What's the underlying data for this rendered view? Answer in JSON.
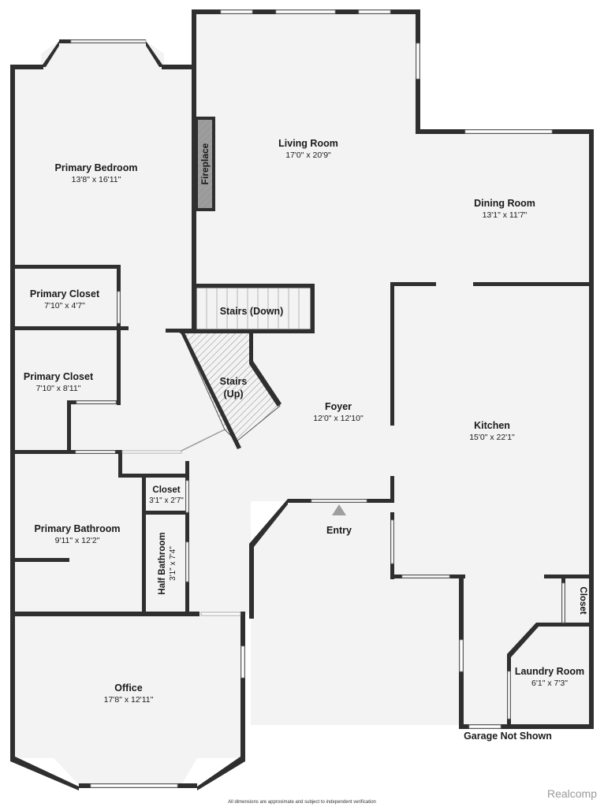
{
  "rooms": {
    "living_room": {
      "name": "Living Room",
      "dims": "17'0\" x 20'9\""
    },
    "primary_bedroom": {
      "name": "Primary Bedroom",
      "dims": "13'8\" x 16'11\""
    },
    "dining_room": {
      "name": "Dining Room",
      "dims": "13'1\" x 11'7\""
    },
    "primary_closet_1": {
      "name": "Primary Closet",
      "dims": "7'10\" x 4'7\""
    },
    "primary_closet_2": {
      "name": "Primary Closet",
      "dims": "7'10\" x 8'11\""
    },
    "foyer": {
      "name": "Foyer",
      "dims": "12'0\" x 12'10\""
    },
    "kitchen": {
      "name": "Kitchen",
      "dims": "15'0\" x 22'1\""
    },
    "closet_small": {
      "name": "Closet",
      "dims": "3'1\" x 2'7\""
    },
    "primary_bathroom": {
      "name": "Primary Bathroom",
      "dims": "9'11\" x 12'2\""
    },
    "half_bathroom": {
      "name": "Half Bathroom",
      "dims": "3'1\" x 7'4\""
    },
    "laundry_room": {
      "name": "Laundry Room",
      "dims": "6'1\" x 7'3\""
    },
    "office": {
      "name": "Office",
      "dims": "17'8\" x 12'11\""
    }
  },
  "labels": {
    "fireplace": "Fireplace",
    "stairs_down": "Stairs (Down)",
    "stairs_up_line1": "Stairs",
    "stairs_up_line2": "(Up)",
    "entry": "Entry",
    "closet_right": "Closet",
    "garage": "Garage Not Shown",
    "disclaimer": "All dimensions are approximate and subject to independent verification",
    "brand": "Realcomp"
  },
  "colors": {
    "wall": "#2f2f2f",
    "floor": "#f3f3f3",
    "entry_marker": "#9e9e9e",
    "brand_text": "#9a9a9a"
  }
}
